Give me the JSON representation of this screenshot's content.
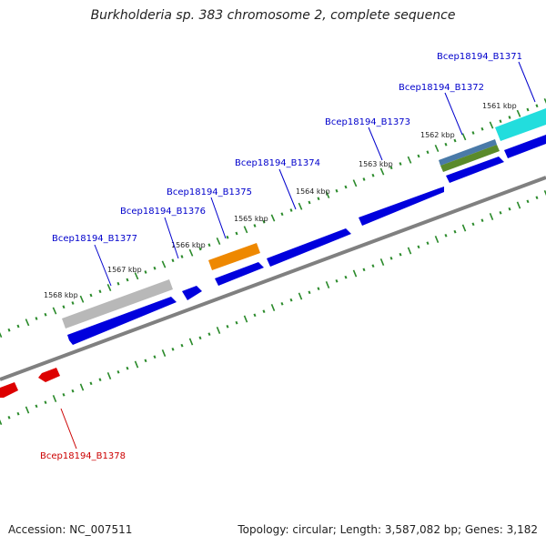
{
  "title": "Burkholderia sp. 383 chromosome 2, complete sequence",
  "footer": {
    "accession": "Accession: NC_007511",
    "topology": "Topology: circular; Length: 3,587,082 bp; Genes: 3,182"
  },
  "colors": {
    "forward_gene": "#0000dd",
    "reverse_gene": "#dd0000",
    "backbone": "#808080",
    "tick": "#2a8a2a",
    "forward_label": "#0000cc",
    "reverse_label": "#cc0000"
  },
  "kbp_labels": [
    "1568 kbp",
    "1567 kbp",
    "1566 kbp",
    "1565 kbp",
    "1564 kbp",
    "1563 kbp",
    "1562 kbp",
    "1561 kbp"
  ],
  "gene_labels": [
    {
      "id": "Bcep18194_B1371",
      "strand": "forward"
    },
    {
      "id": "Bcep18194_B1372",
      "strand": "forward"
    },
    {
      "id": "Bcep18194_B1373",
      "strand": "forward"
    },
    {
      "id": "Bcep18194_B1374",
      "strand": "forward"
    },
    {
      "id": "Bcep18194_B1375",
      "strand": "forward"
    },
    {
      "id": "Bcep18194_B1376",
      "strand": "forward"
    },
    {
      "id": "Bcep18194_B1377",
      "strand": "forward"
    },
    {
      "id": "Bcep18194_B1378",
      "strand": "reverse"
    }
  ],
  "highlight_colors": {
    "cyan": "#22dddd",
    "steelblue": "#4a7aa8",
    "olive": "#5a8a2a",
    "orange": "#ee8800",
    "gray": "#b8b8b8"
  }
}
